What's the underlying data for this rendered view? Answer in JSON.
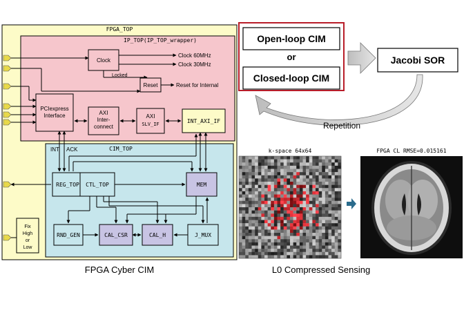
{
  "fpga_panel": {
    "fpga_top_label": "FPGA_TOP",
    "ip_top_label": "IP_TOP(IP_TOP_wrapper)",
    "clock_label": "Clock",
    "clock_60_label": "Clock 60MHz",
    "clock_30_label": "Clock 30MHz",
    "locked_label": "Locked",
    "reset_label": "Reset",
    "reset_internal_label": "Reset for Internal",
    "pcie_label_line1": "PCIexpress",
    "pcie_label_line2": "Interface",
    "axi_ic_line1": "AXI",
    "axi_ic_line2": "Inter-",
    "axi_ic_line3": "connect",
    "axi_slv_line1": "AXI",
    "axi_slv_line2": "SLV_IF",
    "int_axi_if_label": "INT_AXI_IF",
    "int_label": "INT",
    "ack_label": "ACK",
    "cim_top_label": "CIM_TOP",
    "reg_top_label": "REG_TOP",
    "ctl_top_label": "CTL_TOP",
    "mem_label": "MEM",
    "rnd_gen_label": "RND_GEN",
    "cal_csr_label": "CAL_CSR",
    "cal_h_label": "CAL_H",
    "j_mux_label": "J_MUX",
    "fix_line1": "Fix",
    "fix_line2": "High",
    "fix_line3": "or",
    "fix_line4": "Low",
    "caption": "FPGA Cyber CIM"
  },
  "flow_panel": {
    "open_loop_label": "Open-loop CIM",
    "or_label": "or",
    "closed_loop_label": "Closed-loop CIM",
    "jacobi_label": "Jacobi SOR",
    "repetition_label": "Repetition"
  },
  "images_panel": {
    "kspace_title": "k-space 64x64",
    "fpga_title": "FPGA CL RMSE=0.015161",
    "caption": "L0 Compressed Sensing"
  },
  "colors": {
    "fpga_top_fill": "#fdfbc8",
    "ip_top_fill": "#f6c6cc",
    "cim_top_fill": "#c6e6ec",
    "purple_block": "#c8c4e4",
    "flow_border": "#b81c28",
    "arrow_blue": "#2a6b8c"
  }
}
